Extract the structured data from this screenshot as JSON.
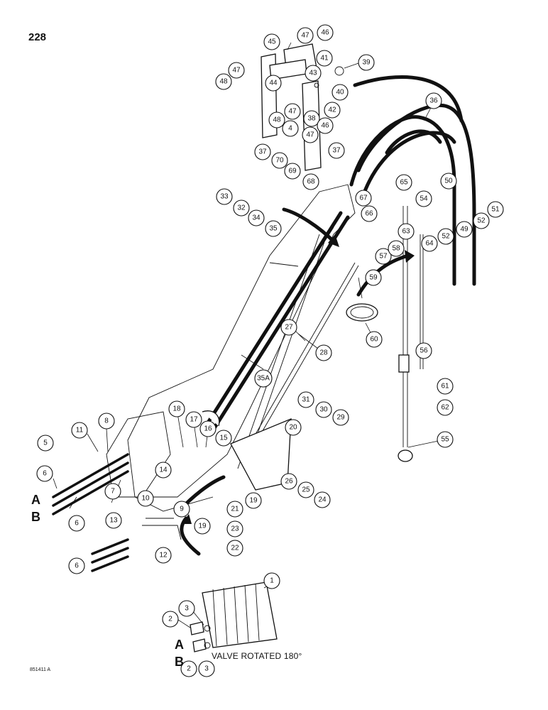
{
  "page_number": "228",
  "port_labels": [
    "A",
    "B"
  ],
  "valve_note": "VALVE ROTATED 180°",
  "figure_code": "851411 A",
  "callouts": [
    "1",
    "2",
    "3",
    "4",
    "5",
    "6",
    "7",
    "8",
    "9",
    "10",
    "11",
    "12",
    "13",
    "14",
    "15",
    "16",
    "17",
    "18",
    "19",
    "20",
    "21",
    "22",
    "23",
    "24",
    "25",
    "26",
    "27",
    "28",
    "29",
    "30",
    "31",
    "32",
    "33",
    "34",
    "35",
    "35A",
    "36",
    "37",
    "38",
    "39",
    "40",
    "41",
    "42",
    "43",
    "44",
    "45",
    "46",
    "47",
    "48",
    "49",
    "50",
    "51",
    "52",
    "54",
    "55",
    "56",
    "57",
    "58",
    "59",
    "60",
    "61",
    "62",
    "63",
    "64",
    "65",
    "66",
    "67",
    "68",
    "69",
    "70"
  ]
}
